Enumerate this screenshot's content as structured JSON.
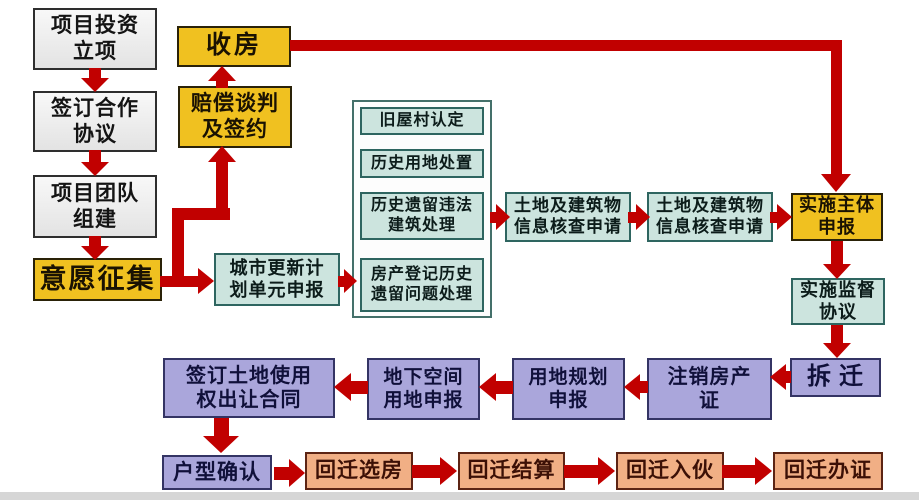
{
  "flowchart": {
    "nodes": {
      "project_investment": {
        "label": "项目投资\n立项"
      },
      "house_takeover": {
        "label": "收房"
      },
      "sign_cooperation": {
        "label": "签订合作\n协议"
      },
      "compensation_negotiation": {
        "label": "赔偿谈判\n及签约"
      },
      "team_formation": {
        "label": "项目团队\n组建"
      },
      "intention_collection": {
        "label": "意愿征集"
      },
      "renewal_unit_application": {
        "label": "城市更新计\n划单元申报"
      },
      "old_village_recognition": {
        "label": "旧屋村认定"
      },
      "historical_land_disposal": {
        "label": "历史用地处置"
      },
      "illegal_building_handling": {
        "label": "历史遗留违法\n建筑处理"
      },
      "property_registration_issues": {
        "label": "房产登记历史\n遗留问题处理"
      },
      "land_info_check_1": {
        "label": "土地及建筑物\n信息核查申请"
      },
      "land_info_check_2": {
        "label": "土地及建筑物\n信息核查申请"
      },
      "implementation_subject_application": {
        "label": "实施主体\n申报"
      },
      "implementation_supervision_agreement": {
        "label": "实施监督\n协议"
      },
      "demolition": {
        "label": "拆 迁"
      },
      "cancel_property_certificate": {
        "label": "注销房产\n证"
      },
      "land_planning_application": {
        "label": "用地规划\n申报"
      },
      "underground_space_application": {
        "label": "地下空间\n用地申报"
      },
      "land_transfer_contract": {
        "label": "签订土地使用\n权出让合同"
      },
      "unit_type_confirmation": {
        "label": "户型确认"
      },
      "moveback_house_selection": {
        "label": "回迁选房"
      },
      "moveback_settlement": {
        "label": "回迁结算"
      },
      "moveback_occupancy": {
        "label": "回迁入伙"
      },
      "moveback_certificate": {
        "label": "回迁办证"
      }
    },
    "edges": [
      {
        "from": "project_investment",
        "to": "sign_cooperation"
      },
      {
        "from": "sign_cooperation",
        "to": "team_formation"
      },
      {
        "from": "team_formation",
        "to": "intention_collection"
      },
      {
        "from": "intention_collection",
        "to": "renewal_unit_application"
      },
      {
        "from": "intention_collection",
        "to": "compensation_negotiation"
      },
      {
        "from": "compensation_negotiation",
        "to": "house_takeover"
      },
      {
        "from": "house_takeover",
        "to": "implementation_subject_application"
      },
      {
        "from": "renewal_unit_application",
        "to": "legacy_issues_group"
      },
      {
        "from": "legacy_issues_group",
        "to": "land_info_check_1"
      },
      {
        "from": "land_info_check_1",
        "to": "land_info_check_2"
      },
      {
        "from": "land_info_check_2",
        "to": "implementation_subject_application"
      },
      {
        "from": "implementation_subject_application",
        "to": "implementation_supervision_agreement"
      },
      {
        "from": "implementation_supervision_agreement",
        "to": "demolition"
      },
      {
        "from": "demolition",
        "to": "cancel_property_certificate"
      },
      {
        "from": "cancel_property_certificate",
        "to": "land_planning_application"
      },
      {
        "from": "land_planning_application",
        "to": "underground_space_application"
      },
      {
        "from": "underground_space_application",
        "to": "land_transfer_contract"
      },
      {
        "from": "land_transfer_contract",
        "to": "unit_type_confirmation"
      },
      {
        "from": "unit_type_confirmation",
        "to": "moveback_house_selection"
      },
      {
        "from": "moveback_house_selection",
        "to": "moveback_settlement"
      },
      {
        "from": "moveback_settlement",
        "to": "moveback_occupancy"
      },
      {
        "from": "moveback_occupancy",
        "to": "moveback_certificate"
      }
    ],
    "colors": {
      "arrow": "#c10000",
      "yellow_box": "#f0c120",
      "cyan_box": "#cce4de",
      "purple_box": "#aaa6db",
      "orange_box": "#f1af85",
      "white_box": "#efefef"
    }
  }
}
